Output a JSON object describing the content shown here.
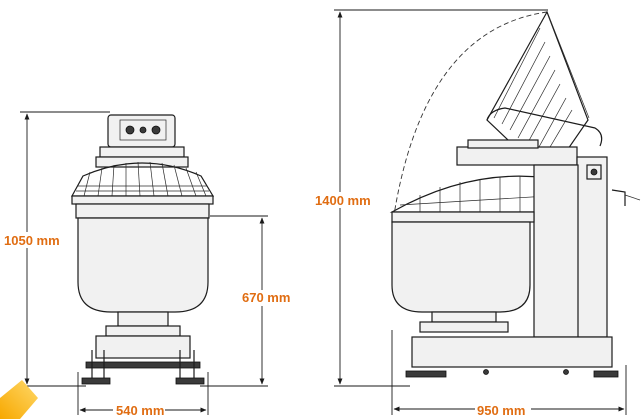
{
  "diagram": {
    "dimensions": {
      "front_height": "1050 mm",
      "bowl_height": "670 mm",
      "front_width": "540 mm",
      "lid_open_height": "1400 mm",
      "side_width": "950 mm"
    },
    "colors": {
      "label": "#e06d12",
      "line": "#1c1c1c",
      "accent_corner": "#f5a300"
    }
  }
}
